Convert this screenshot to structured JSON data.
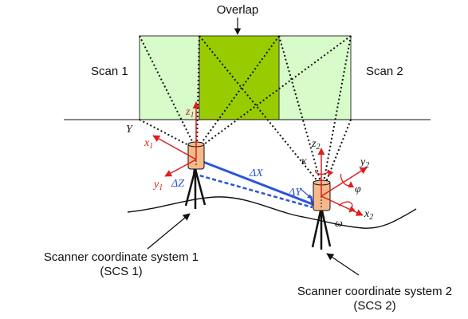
{
  "labels": {
    "overlap": "Overlap",
    "scan1": "Scan 1",
    "scan2": "Scan 2",
    "y_axis": "Y",
    "scs1_line1": "Scanner coordinate system 1",
    "scs1_line2": "(SCS 1)",
    "scs2_line1": "Scanner coordinate system 2",
    "scs2_line2": "(SCS 2)"
  },
  "scanner1_axes": {
    "z": "z",
    "z_sub": "1",
    "x": "x",
    "x_sub": "1",
    "y": "y",
    "y_sub": "1"
  },
  "scanner2_axes": {
    "z": "z",
    "z_sub": "2",
    "x": "x",
    "x_sub": "2",
    "y": "y",
    "y_sub": "2"
  },
  "translations": {
    "dx": "ΔX",
    "dy": "ΔY",
    "dz": "ΔZ"
  },
  "rotations": {
    "kappa": "κ",
    "phi": "φ",
    "omega": "ω"
  },
  "colors": {
    "scan_fill": "#d7fbc9",
    "overlap_fill": "#99cc00",
    "axis_red": "#dd1f1f",
    "translation_blue": "#2a55d8",
    "scanner_body": "#f6b98a"
  }
}
